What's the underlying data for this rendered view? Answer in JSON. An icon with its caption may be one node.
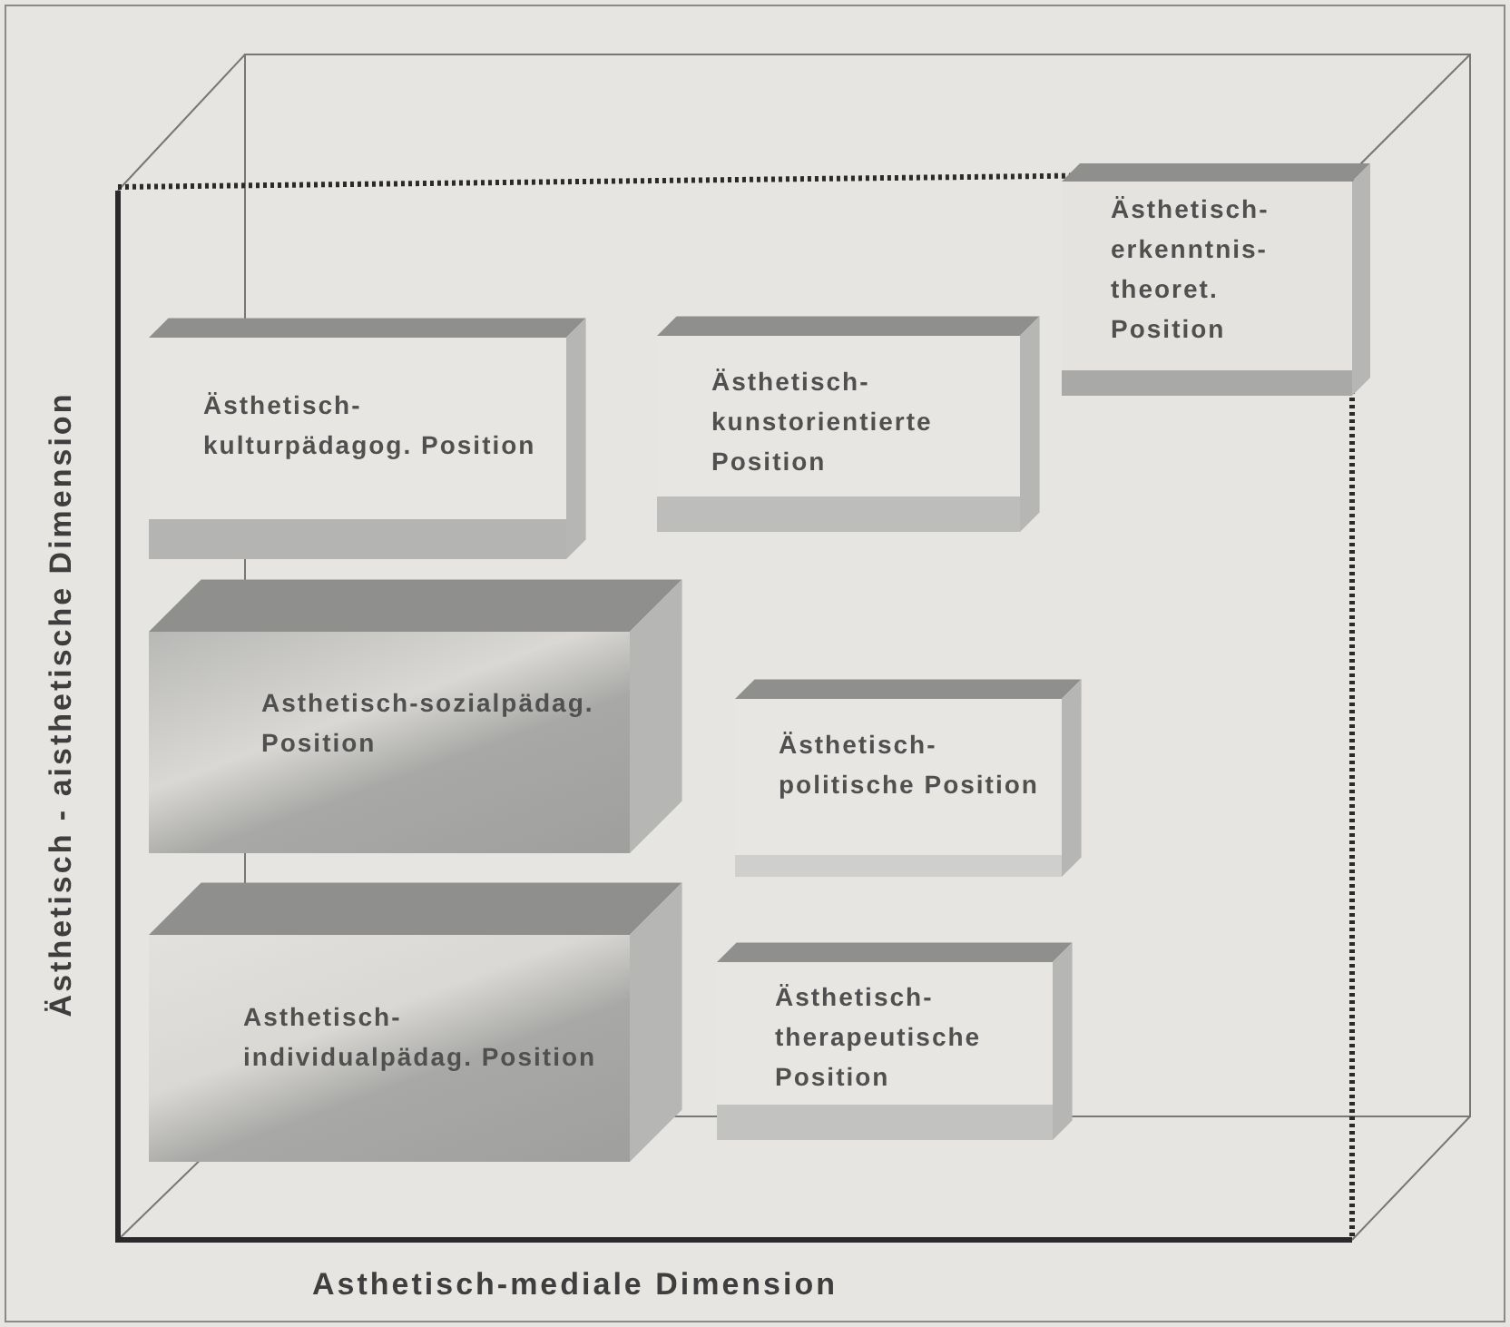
{
  "diagram": {
    "nodes": [
      {
        "text": [
          "Ästhetisch-erkenntnis-theoret. Position"
        ]
      },
      {
        "text": [
          "Ästhetisch-kulturpädagog. Position"
        ]
      },
      {
        "text": [
          "Ästhetisch-kunstorientierte Position"
        ]
      },
      {
        "text": [
          "Asthetisch-sozialpädag. Position"
        ]
      },
      {
        "text": [
          "Ästhetisch-politische Position"
        ]
      },
      {
        "text": [
          "Asthetisch-individualpädag. Position"
        ]
      },
      {
        "text": [
          "Ästhetisch-therapeutische Position"
        ]
      }
    ],
    "edges": [],
    "labels": [
      "Ästhetisch - aisthetische Dimension",
      "Asthetisch-mediale Dimension"
    ]
  }
}
